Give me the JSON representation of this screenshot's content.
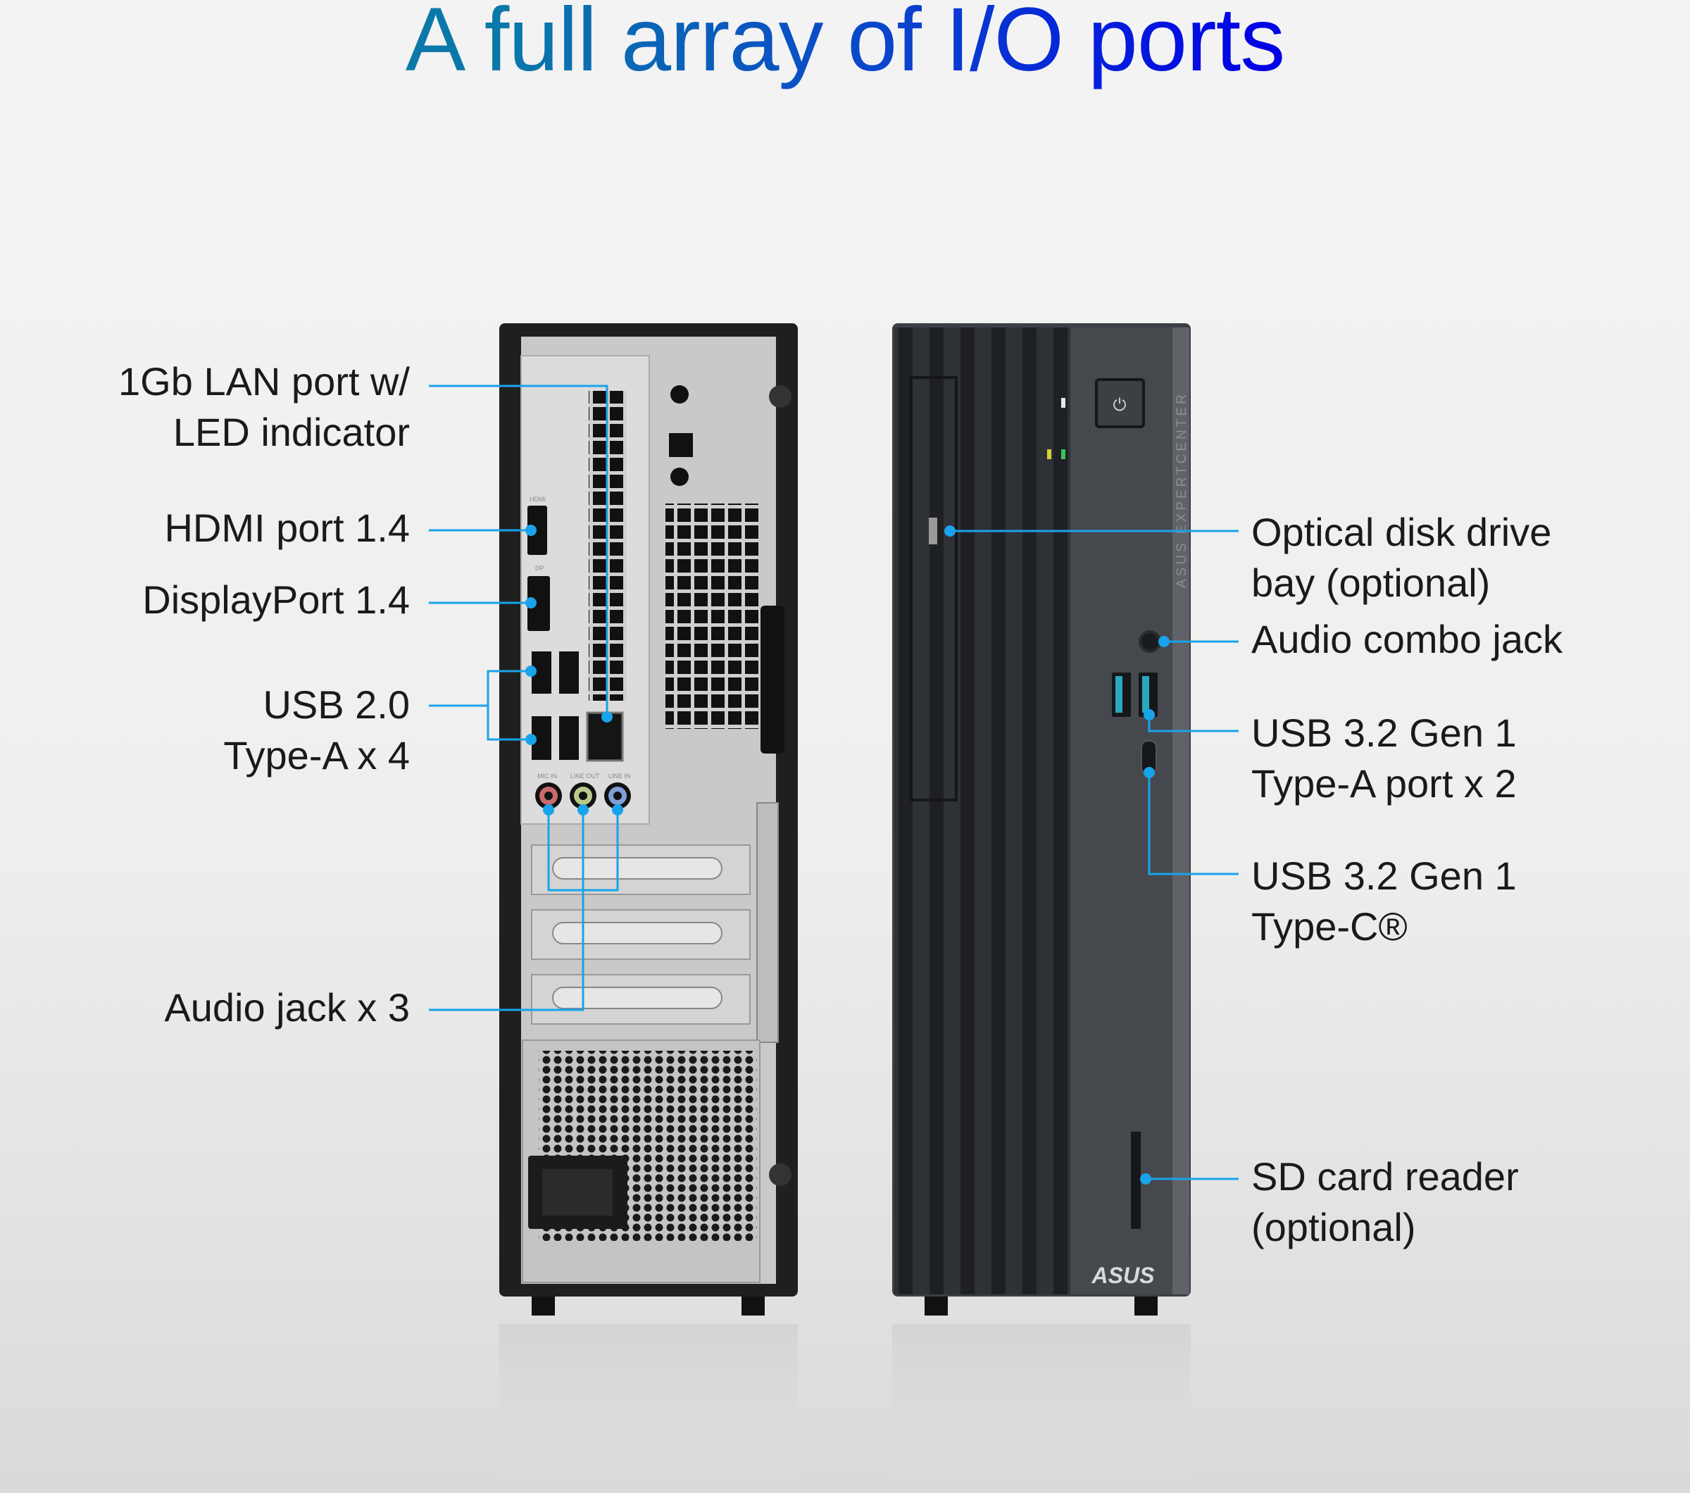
{
  "title": "A full array of I/O ports",
  "rear_labels": {
    "lan_line1": "1Gb LAN port w/",
    "lan_line2": "LED indicator",
    "hdmi": "HDMI port 1.4",
    "displayport": "DisplayPort 1.4",
    "usb2_line1": "USB 2.0",
    "usb2_line2": "Type-A x 4",
    "audio": "Audio jack x 3"
  },
  "front_labels": {
    "odd_line1": "Optical disk drive",
    "odd_line2": "bay (optional)",
    "audio_combo": "Audio combo jack",
    "usb3a_line1": "USB 3.2 Gen 1",
    "usb3a_line2": "Type-A port x 2",
    "usbc_line1": "USB 3.2 Gen 1",
    "usbc_line2": "Type-C®",
    "sd_line1": "SD card reader",
    "sd_line2": "(optional)"
  },
  "panel_print": {
    "hdmi": "HDMI",
    "dp": "DP",
    "mic_in": "MIC IN",
    "line_out": "LINE OUT",
    "line_in": "LINE IN",
    "brand_side": "ASUS EXPERTCENTER",
    "logo": "ASUS"
  },
  "colors": {
    "leader": "#19a3ea",
    "title_start": "#0a78a8",
    "title_end": "#0000e6"
  }
}
